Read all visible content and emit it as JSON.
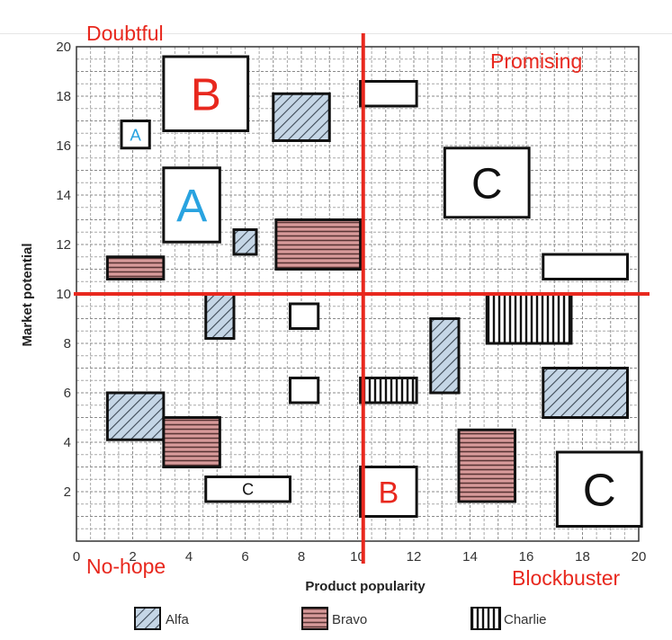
{
  "chart_data": {
    "type": "scatter",
    "title": "",
    "xlabel": "Product popularity",
    "ylabel": "Market potential",
    "xlim": [
      0,
      20
    ],
    "ylim": [
      0,
      20
    ],
    "x_ticks": [
      "0",
      "2",
      "4",
      "6",
      "8",
      "10",
      "12",
      "14",
      "16",
      "18",
      "20"
    ],
    "y_ticks": [
      "2",
      "4",
      "6",
      "8",
      "10",
      "12",
      "14",
      "16",
      "18",
      "20"
    ],
    "grid": true,
    "divider_lines": {
      "x": 10.2,
      "y": 10,
      "color": "#e8281e"
    },
    "quadrants": [
      "Doubtful",
      "Promising",
      "No-hope",
      "Blockbuster"
    ],
    "legend": {
      "position": "bottom",
      "entries": [
        {
          "name": "Alfa",
          "pattern": "diagonal",
          "color": "#c5d6e6"
        },
        {
          "name": "Bravo",
          "pattern": "horizontal",
          "color": "#d89a9a"
        },
        {
          "name": "Charlie",
          "pattern": "vertical",
          "color": "#ffffff"
        }
      ]
    },
    "colors": {
      "alfa_fill": "#c5d6e6",
      "bravo_fill": "#d89a9a",
      "label_blue": "#29a3e0",
      "label_red": "#e8281e"
    },
    "series": [
      {
        "name": "Alfa",
        "items": [
          {
            "x": [
              7,
              9
            ],
            "y": [
              16.2,
              18.1
            ]
          },
          {
            "x": [
              5.6,
              6.4
            ],
            "y": [
              11.6,
              12.6
            ]
          },
          {
            "x": [
              4.6,
              5.6
            ],
            "y": [
              8.2,
              10
            ]
          },
          {
            "x": [
              1.1,
              3.1
            ],
            "y": [
              4.1,
              6
            ]
          },
          {
            "x": [
              12.6,
              13.6
            ],
            "y": [
              6,
              9
            ]
          },
          {
            "x": [
              16.6,
              19.6
            ],
            "y": [
              5,
              7
            ]
          }
        ]
      },
      {
        "name": "Bravo",
        "items": [
          {
            "x": [
              1.1,
              3.1
            ],
            "y": [
              10.6,
              11.5
            ]
          },
          {
            "x": [
              7.1,
              10.1
            ],
            "y": [
              11,
              13
            ]
          },
          {
            "x": [
              3.1,
              5.1
            ],
            "y": [
              3,
              5
            ]
          },
          {
            "x": [
              13.6,
              15.6
            ],
            "y": [
              1.6,
              4.5
            ]
          }
        ]
      },
      {
        "name": "Charlie",
        "items": [
          {
            "x": [
              10.1,
              12.1
            ],
            "y": [
              5.6,
              6.6
            ]
          },
          {
            "x": [
              14.6,
              17.6
            ],
            "y": [
              8,
              10
            ]
          }
        ]
      },
      {
        "name": "",
        "items": [
          {
            "x": [
              3.1,
              6.1
            ],
            "y": [
              16.6,
              19.6
            ],
            "label": "B",
            "label_color": "#e8281e"
          },
          {
            "x": [
              1.6,
              2.6
            ],
            "y": [
              15.9,
              17
            ],
            "label": "A",
            "label_color": "#29a3e0"
          },
          {
            "x": [
              3.1,
              5.1
            ],
            "y": [
              12.1,
              15.1
            ],
            "label": "A",
            "label_color": "#29a3e0"
          },
          {
            "x": [
              10.1,
              12.1
            ],
            "y": [
              17.6,
              18.6
            ]
          },
          {
            "x": [
              13.1,
              16.1
            ],
            "y": [
              13.1,
              15.9
            ],
            "label": "C",
            "label_color": "#111111"
          },
          {
            "x": [
              16.6,
              19.6
            ],
            "y": [
              10.6,
              11.6
            ]
          },
          {
            "x": [
              7.6,
              8.6
            ],
            "y": [
              8.6,
              9.6
            ]
          },
          {
            "x": [
              7.6,
              8.6
            ],
            "y": [
              5.6,
              6.6
            ]
          },
          {
            "x": [
              4.6,
              7.6
            ],
            "y": [
              1.6,
              2.6
            ],
            "label": "C",
            "label_color": "#111111"
          },
          {
            "x": [
              10.1,
              12.1
            ],
            "y": [
              1,
              3
            ],
            "label": "B",
            "label_color": "#e8281e"
          },
          {
            "x": [
              17.1,
              20.1
            ],
            "y": [
              0.6,
              3.6
            ],
            "label": "C",
            "label_color": "#111111"
          }
        ]
      }
    ]
  }
}
